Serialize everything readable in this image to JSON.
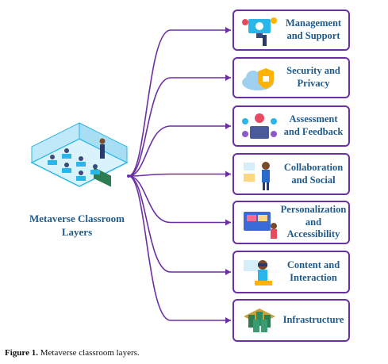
{
  "center": {
    "title": "Metaverse Classroom Layers",
    "icon": "classroom-isometric-icon"
  },
  "layers": [
    {
      "label": "Management and Support",
      "icon": "computer-management-icon"
    },
    {
      "label": "Security and Privacy",
      "icon": "cloud-shield-lock-icon"
    },
    {
      "label": "Assessment and Feedback",
      "icon": "feedback-network-icon"
    },
    {
      "label": "Collaboration and Social",
      "icon": "collaboration-person-icon"
    },
    {
      "label": "Personalization and Accessibility",
      "icon": "personalization-screen-icon"
    },
    {
      "label": "Content and Interaction",
      "icon": "vr-headset-person-icon"
    },
    {
      "label": "Infrastructure",
      "icon": "server-racks-icon"
    }
  ],
  "caption": {
    "label": "Figure 1.",
    "text": " Metaverse classroom layers."
  },
  "colors": {
    "connector": "#6b2fa5",
    "text": "#1f5a8a",
    "accent_cyan": "#29b6e8"
  }
}
